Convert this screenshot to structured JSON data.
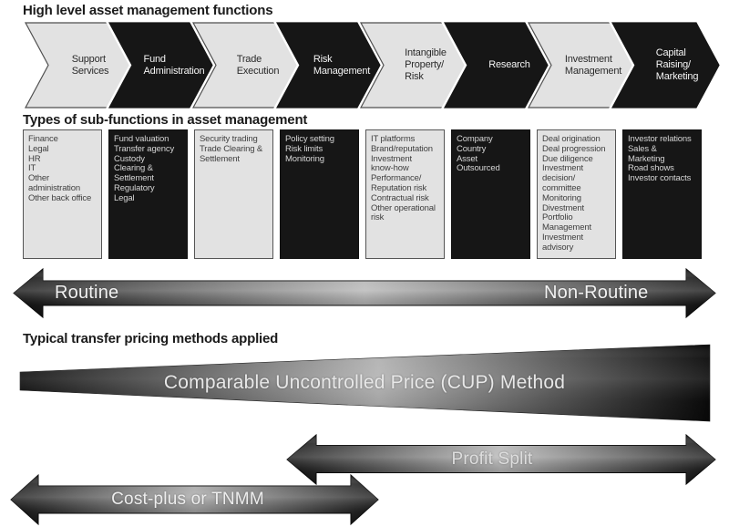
{
  "headings": {
    "functions": "High level asset management functions",
    "subfunctions": "Types of sub-functions in asset management",
    "methods": "Typical transfer pricing methods applied"
  },
  "chevrons": [
    {
      "variant": "light",
      "label": [
        "Support",
        "Services"
      ]
    },
    {
      "variant": "dark",
      "label": [
        "Fund",
        "Administration"
      ]
    },
    {
      "variant": "light",
      "label": [
        "Trade",
        "Execution"
      ]
    },
    {
      "variant": "dark",
      "label": [
        "Risk",
        "Management"
      ]
    },
    {
      "variant": "light",
      "label": [
        "Intangible",
        "Property/",
        "Risk"
      ]
    },
    {
      "variant": "dark",
      "label": [
        "Research"
      ]
    },
    {
      "variant": "light",
      "label": [
        "Investment",
        "Management"
      ]
    },
    {
      "variant": "dark",
      "label": [
        "Capital",
        "Raising/",
        "Marketing"
      ]
    }
  ],
  "subfunction_boxes": [
    {
      "variant": "light",
      "lines": [
        "Finance",
        "Legal",
        "HR",
        "IT",
        "Other",
        "administration",
        "Other back office"
      ]
    },
    {
      "variant": "dark",
      "lines": [
        "Fund valuation",
        "Transfer agency",
        "Custody",
        "Clearing &",
        "Settlement",
        "Regulatory",
        "Legal"
      ]
    },
    {
      "variant": "light",
      "lines": [
        "Security trading",
        "Trade Clearing &",
        "Settlement"
      ]
    },
    {
      "variant": "dark",
      "lines": [
        "Policy setting",
        "Risk limits",
        "Monitoring"
      ]
    },
    {
      "variant": "light",
      "lines": [
        "IT platforms",
        "Brand/reputation",
        "Investment",
        "know-how",
        "Performance/",
        "Reputation risk",
        "Contractual risk",
        "Other operational",
        "risk"
      ]
    },
    {
      "variant": "dark",
      "lines": [
        "Company",
        "Country",
        "Asset",
        "Outsourced"
      ]
    },
    {
      "variant": "light",
      "lines": [
        "Deal origination",
        "Deal progression",
        "Due diligence",
        "Investment",
        "decision/",
        "committee",
        "Monitoring",
        "Divestment",
        "Portfolio",
        "Management",
        "Investment",
        "advisory"
      ]
    },
    {
      "variant": "dark",
      "lines": [
        "Investor relations",
        "Sales &",
        "Marketing",
        "Road shows",
        "Investor contacts"
      ]
    }
  ],
  "routine_spectrum": {
    "left_label": "Routine",
    "right_label": "Non-Routine"
  },
  "pricing_methods": {
    "cup_label": "Comparable Uncontrolled Price (CUP) Method",
    "profit_split_label": "Profit Split",
    "cost_plus_label": "Cost-plus or TNMM"
  },
  "colors": {
    "background": "#ffffff",
    "light_fill": "#e2e2e2",
    "dark_fill": "#161616",
    "light_border": "#4f4f4f",
    "gradient_end": "#101010",
    "gradient_mid": "#b4b4b4",
    "text_dark": "#2b2b2b",
    "text_light": "#f5f5f5"
  }
}
